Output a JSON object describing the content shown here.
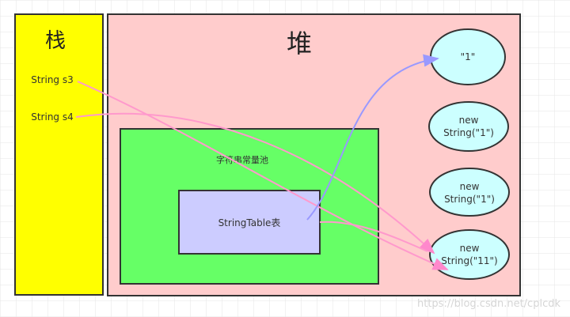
{
  "stack": {
    "title": "栈",
    "vars": [
      "String s3",
      "String s4"
    ],
    "color": "#ffff00"
  },
  "heap": {
    "title": "堆",
    "color": "#ffcccc"
  },
  "pool": {
    "label": "字符串常量池",
    "color": "#66ff66"
  },
  "table": {
    "label": "StringTable表",
    "color": "#ccccff"
  },
  "objects": [
    {
      "lines": [
        "\"1\""
      ]
    },
    {
      "lines": [
        "new",
        "String(\"1\")"
      ]
    },
    {
      "lines": [
        "new",
        "String(\"1\")"
      ]
    },
    {
      "lines": [
        "new",
        "String(\"11\")"
      ]
    }
  ],
  "object_color": "#ccffff",
  "arrow_colors": {
    "reference": "#ff99cc",
    "table": "#9999ff"
  },
  "watermark": "https://blog.csdn.net/cplcdk"
}
